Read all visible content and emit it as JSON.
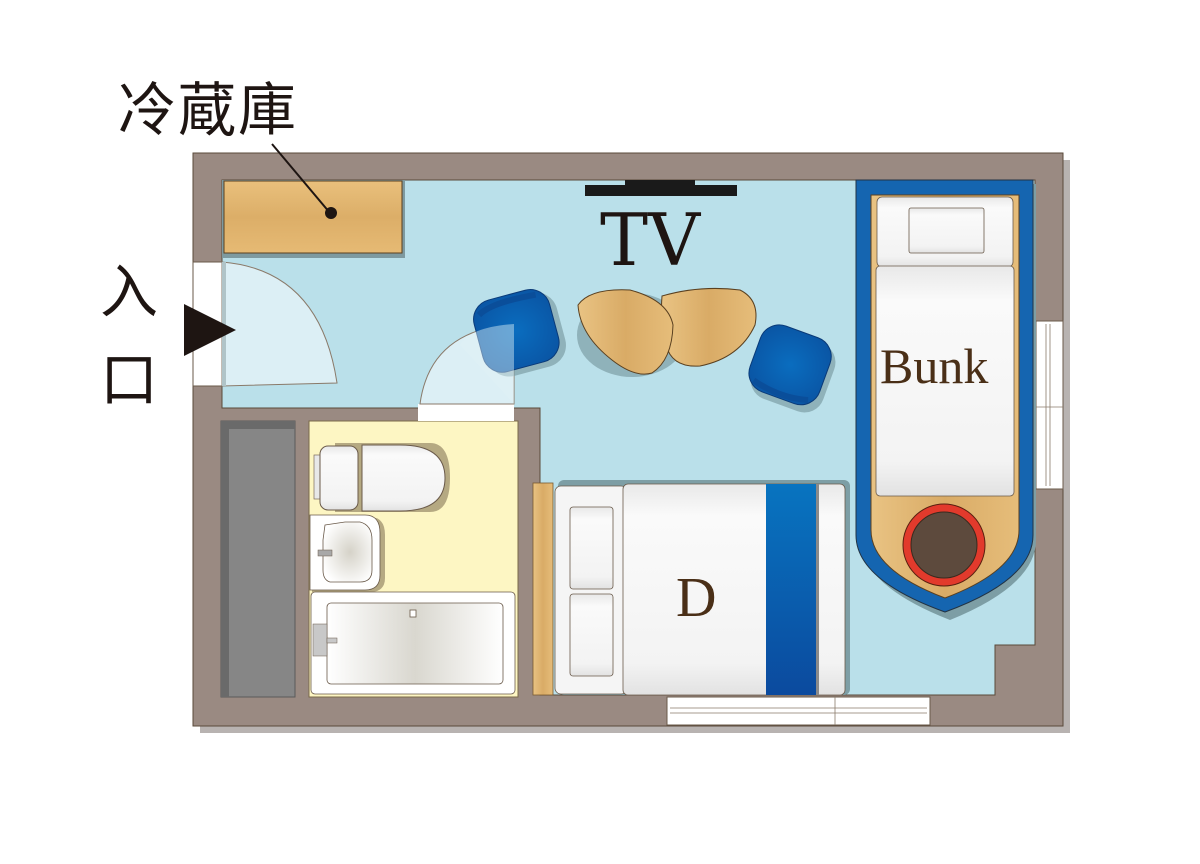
{
  "floorplan": {
    "labels": {
      "fridge": "冷蔵庫",
      "entrance_line1": "入",
      "entrance_line2": "口",
      "tv": "TV",
      "bunk": "Bunk",
      "double_bed": "D"
    },
    "colors": {
      "wall": "#9a8a82",
      "wall_shadow": "#b5b0ae",
      "floor": "#bae0ea",
      "bathroom_floor": "#fdf6c3",
      "wood": "#e2b56f",
      "closet": "#868686",
      "chair_blue": "#0b63b0",
      "bunk_frame_blue": "#1565b0",
      "bed_stripe_blue": "#0b5aab",
      "ring_red": "#e23a2c",
      "ring_center": "#5d4a3d",
      "text_dark": "#1e1512",
      "text_brown": "#4a2f17"
    }
  }
}
